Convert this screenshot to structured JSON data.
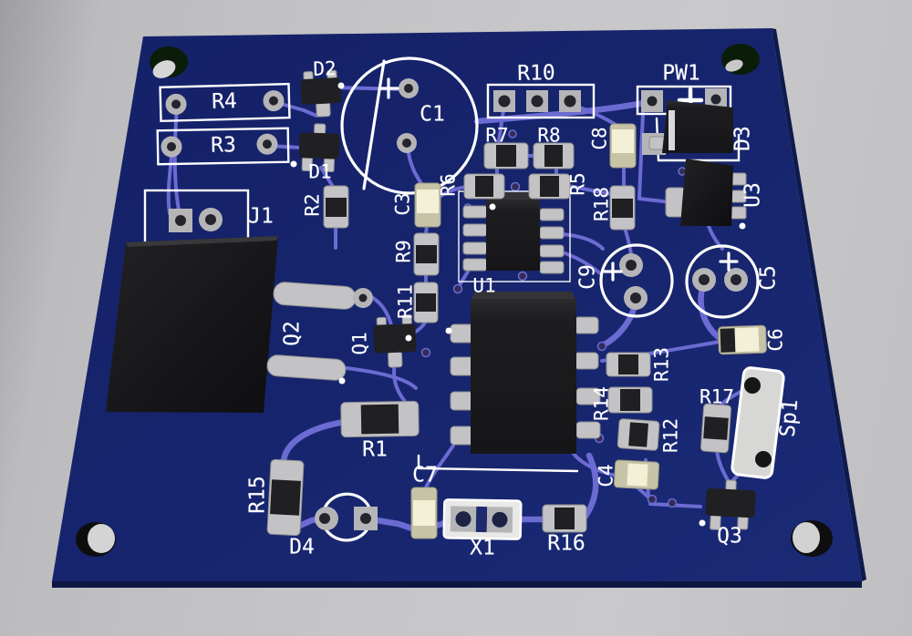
{
  "colors": {
    "board": "#16246d",
    "board_dark": "#0d1742",
    "trace": "#6c6bd2",
    "silk": "#ffffff",
    "pad": "#b5b5b7",
    "chip": "#202022",
    "lead": "#c3c3c5",
    "led": "#f2f0d6",
    "background": "#c6c6c8"
  },
  "labels": [
    {
      "text": "R4"
    },
    {
      "text": "R3"
    },
    {
      "text": "D2"
    },
    {
      "text": "D1"
    },
    {
      "text": "C1"
    },
    {
      "text": "R2"
    },
    {
      "text": "C3"
    },
    {
      "text": "R10"
    },
    {
      "text": "R7"
    },
    {
      "text": "R8"
    },
    {
      "text": "R6"
    },
    {
      "text": "R5"
    },
    {
      "text": "R9"
    },
    {
      "text": "R11"
    },
    {
      "text": "J1"
    },
    {
      "text": "Q2"
    },
    {
      "text": "Q1"
    },
    {
      "text": "U1"
    },
    {
      "text": "PW1"
    },
    {
      "text": "C8"
    },
    {
      "text": "R18"
    },
    {
      "text": "D3"
    },
    {
      "text": "U3"
    },
    {
      "text": "C9"
    },
    {
      "text": "C5"
    },
    {
      "text": "C6"
    },
    {
      "text": "R13"
    },
    {
      "text": "R14"
    },
    {
      "text": "R12"
    },
    {
      "text": "C4"
    },
    {
      "text": "R17"
    },
    {
      "text": "Sp1"
    },
    {
      "text": "R1"
    },
    {
      "text": "R15"
    },
    {
      "text": "D4"
    },
    {
      "text": "C7"
    },
    {
      "text": "X1"
    },
    {
      "text": "R16"
    },
    {
      "text": "Q3"
    }
  ]
}
